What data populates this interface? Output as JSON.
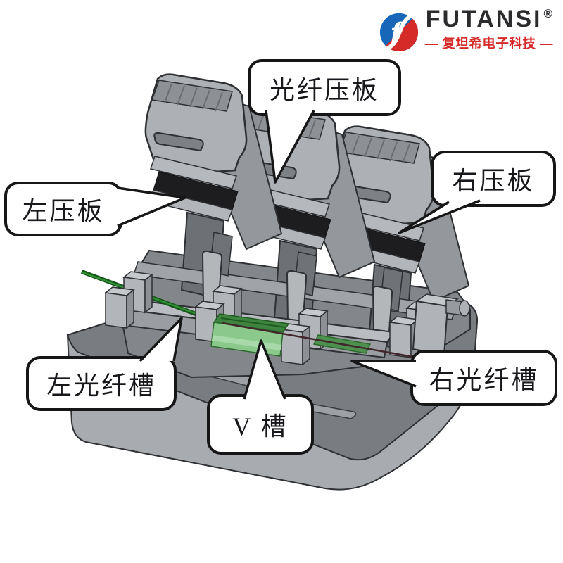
{
  "logo": {
    "brand": "FUTANSI",
    "registered_mark": "®",
    "tagline": "— 复坦希电子科技 —",
    "icon_letter": "f",
    "colors": {
      "brand_text": "#2b2b2e",
      "tagline_red": "#d42b28",
      "icon_blue": "#1766b8",
      "icon_red": "#d42b28"
    }
  },
  "diagram": {
    "labels": [
      {
        "id": "fiber-pressure-plate",
        "text": "光纤压板"
      },
      {
        "id": "right-pressure-plate",
        "text": "右压板"
      },
      {
        "id": "left-pressure-plate",
        "text": "左压板"
      },
      {
        "id": "left-fiber-groove",
        "text": "左光纤槽"
      },
      {
        "id": "v-groove",
        "text": "V 槽"
      },
      {
        "id": "right-fiber-groove",
        "text": "右光纤槽"
      }
    ],
    "colors": {
      "device_light": "#b5b9bd",
      "device_mid": "#94989c",
      "device_dark": "#6d7175",
      "base_top": "#797d82",
      "pressure_pad": "#1d1d20",
      "fiber_green": "#2e8f33",
      "v_groove_green": "#8bc88c",
      "callout_border": "#161616"
    }
  }
}
